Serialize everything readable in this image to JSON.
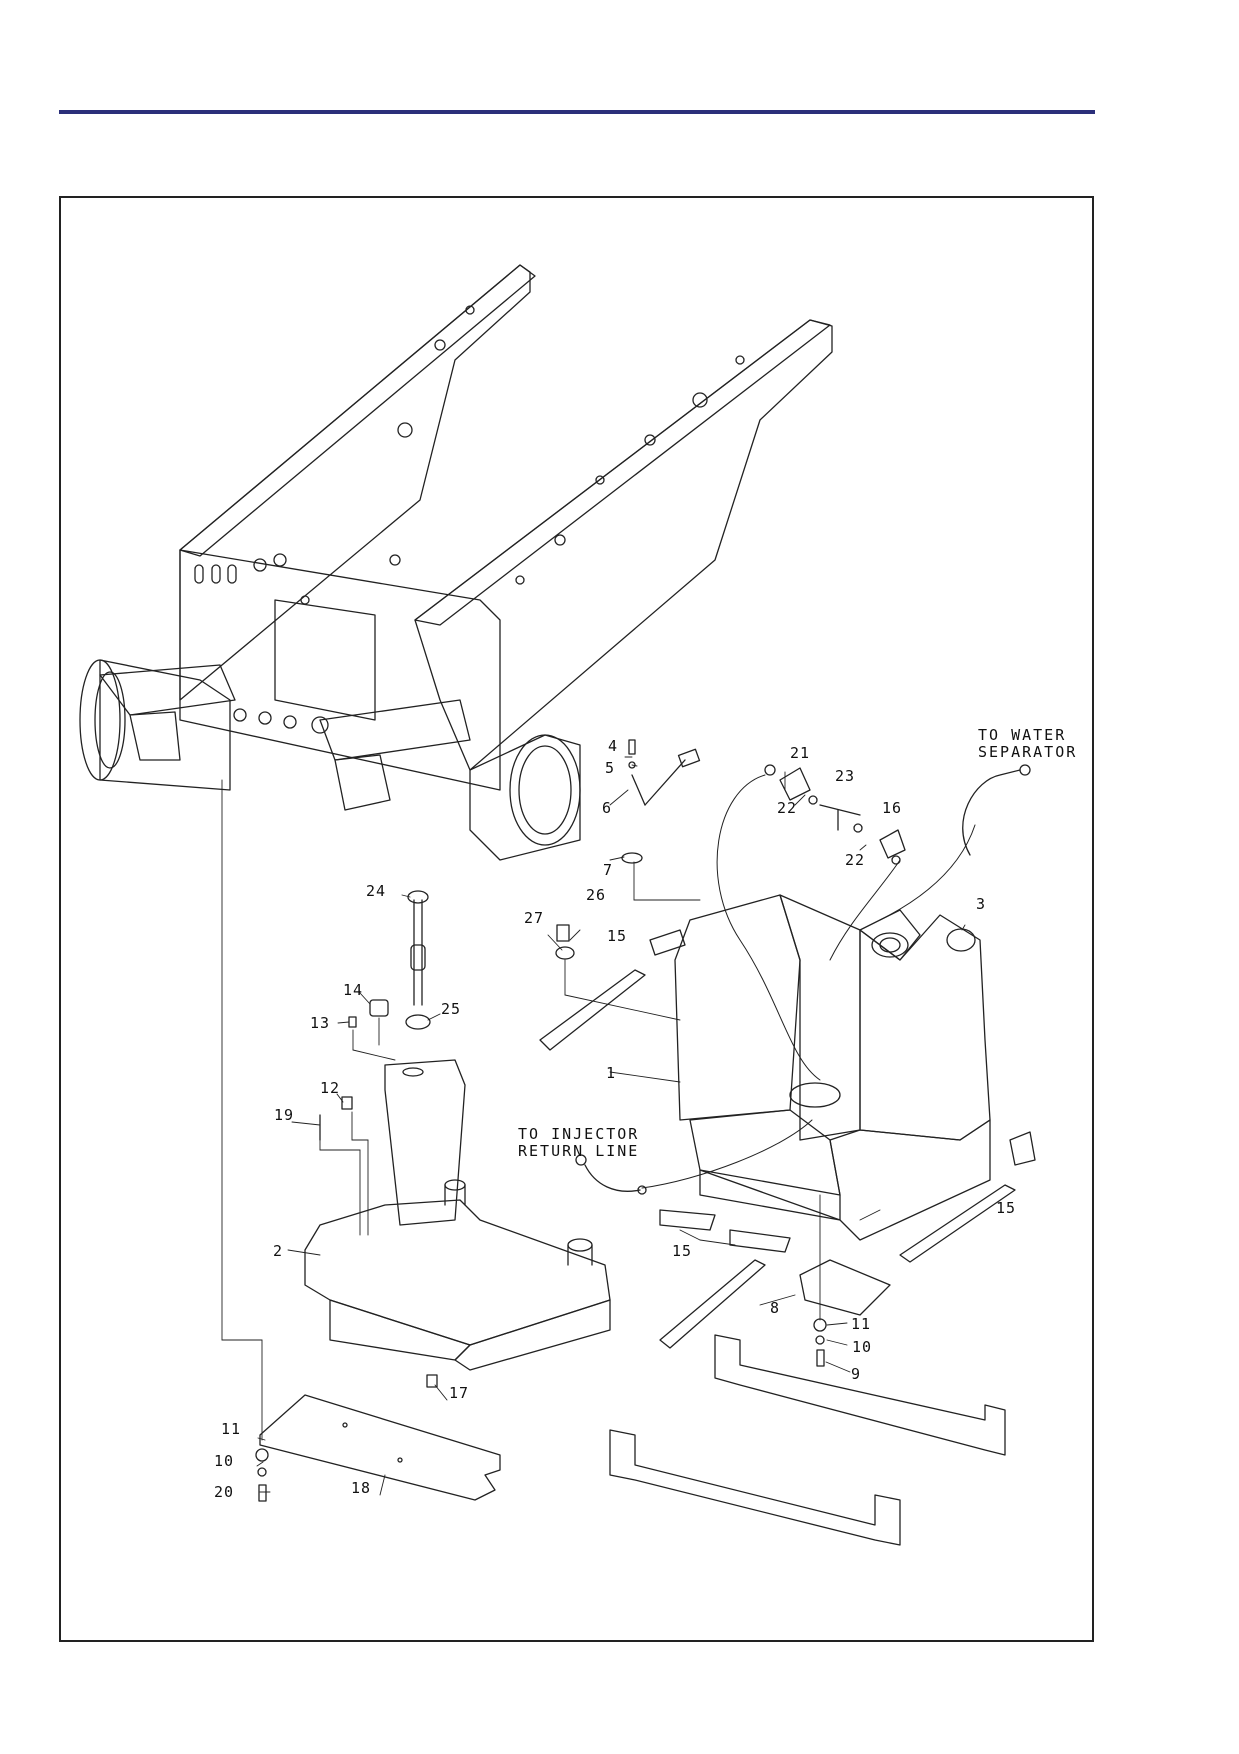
{
  "colors": {
    "header_rule": "#2b2f7a",
    "ink": "#222222"
  },
  "notes": {
    "water_l1": "TO WATER",
    "water_l2": "SEPARATOR",
    "injector_l1": "TO INJECTOR",
    "injector_l2": "RETURN LINE"
  },
  "callouts": [
    "1",
    "2",
    "3",
    "4",
    "5",
    "6",
    "7",
    "8",
    "9",
    "10",
    "11",
    "12",
    "13",
    "14",
    "15",
    "16",
    "17",
    "18",
    "19",
    "20",
    "21",
    "22",
    "23",
    "24",
    "25",
    "26",
    "27"
  ]
}
